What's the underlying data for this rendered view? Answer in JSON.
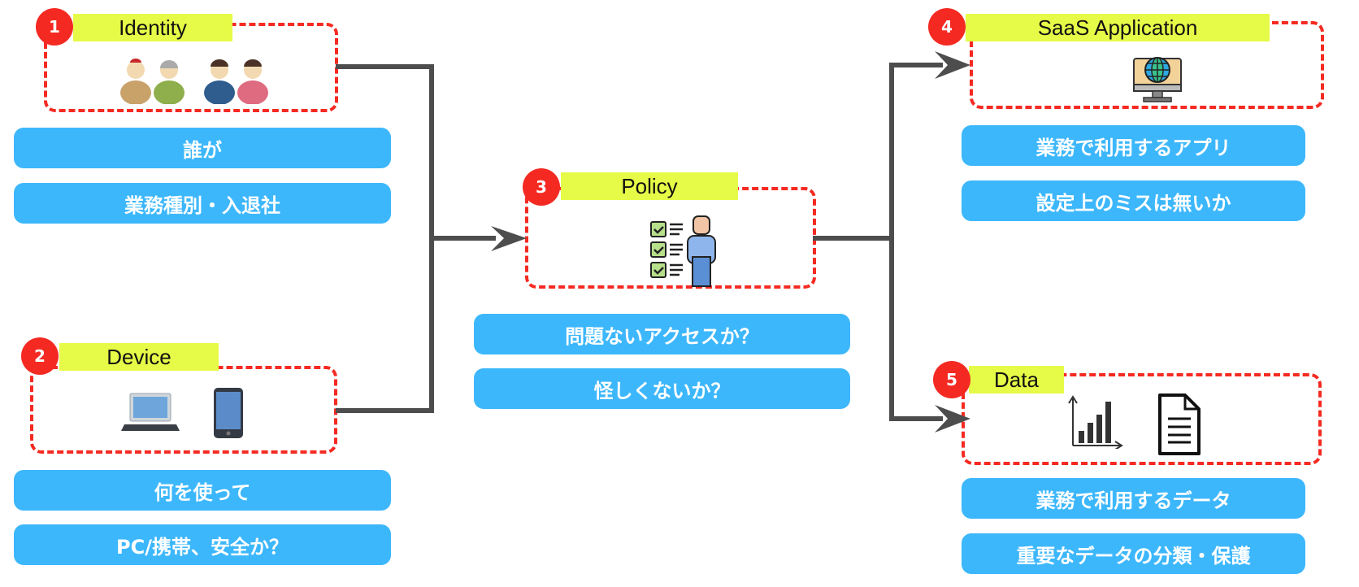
{
  "diagram": {
    "nodes": [
      {
        "number": "1",
        "title": "Identity",
        "icons": [
          "person-elderly-man-icon",
          "person-elderly-woman-icon",
          "person-man-icon",
          "person-woman-icon"
        ],
        "notes": [
          "誰が",
          "業務種別・入退社"
        ]
      },
      {
        "number": "2",
        "title": "Device",
        "icons": [
          "laptop-icon",
          "smartphone-icon"
        ],
        "notes": [
          "何を使って",
          "PC/携帯、安全か？"
        ]
      },
      {
        "number": "3",
        "title": "Policy",
        "icons": [
          "checklist-person-icon"
        ],
        "notes": [
          "問題ないアクセスか？",
          "怪しくないか？"
        ]
      },
      {
        "number": "4",
        "title": "SaaS Application",
        "icons": [
          "globe-monitor-icon"
        ],
        "notes": [
          "業務で利用するアプリ",
          "設定上のミスは無いか"
        ]
      },
      {
        "number": "5",
        "title": "Data",
        "icons": [
          "bar-chart-icon",
          "document-icon"
        ],
        "notes": [
          "業務で利用するデータ",
          "重要なデータの分類・保護"
        ]
      }
    ],
    "edges": [
      {
        "from": "Identity",
        "to": "Policy"
      },
      {
        "from": "Device",
        "to": "Policy"
      },
      {
        "from": "Policy",
        "to": "SaaS Application"
      },
      {
        "from": "Policy",
        "to": "Data"
      }
    ],
    "colors": {
      "badge": "#f42a22",
      "label": "#e6fb47",
      "pill": "#3db7fb",
      "dash": "#f52a22",
      "connector": "#4d4d4d"
    }
  }
}
